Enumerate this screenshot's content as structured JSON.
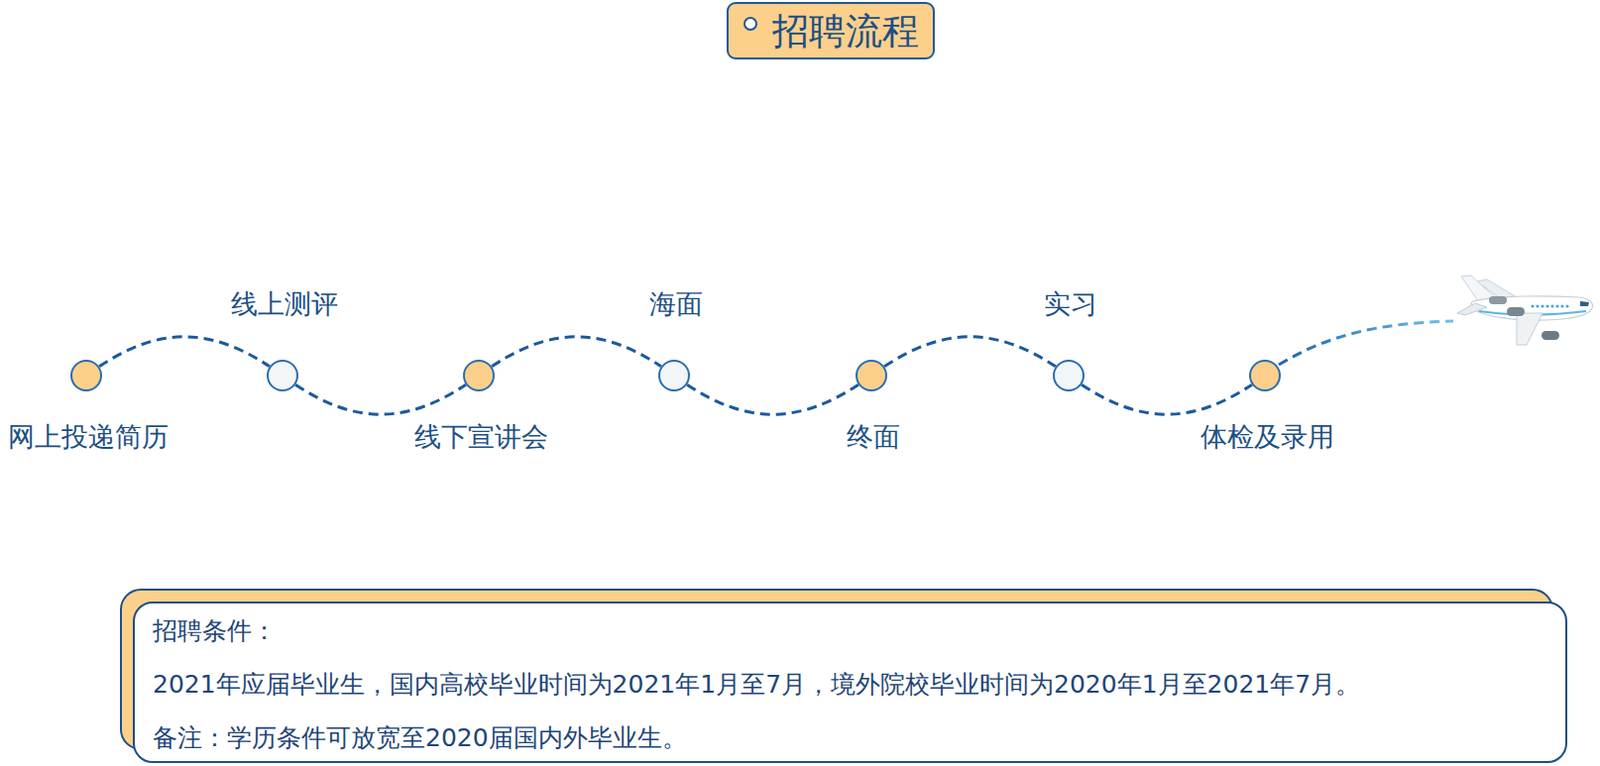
{
  "diagram": {
    "title": "招聘流程",
    "nodes": [
      {
        "text": [
          "网上投递简历"
        ]
      },
      {
        "text": [
          "线上测评"
        ]
      },
      {
        "text": [
          "线下宣讲会"
        ]
      },
      {
        "text": [
          "海面"
        ]
      },
      {
        "text": [
          "终面"
        ]
      },
      {
        "text": [
          "实习"
        ]
      },
      {
        "text": [
          "体检及录用"
        ]
      },
      {
        "text": [
          "招聘条件：",
          "2021年应届毕业生，国内高校毕业时间为2021年1月至7月，境外院校毕业时间为2020年1月至2021年7月。",
          "备注：学历条件可放宽至2020届国内外毕业生。"
        ]
      }
    ],
    "edges": [
      {
        "from": 0,
        "to": 1,
        "arrow": "none"
      },
      {
        "from": 1,
        "to": 2,
        "arrow": "none"
      },
      {
        "from": 2,
        "to": 3,
        "arrow": "none"
      },
      {
        "from": 3,
        "to": 4,
        "arrow": "none"
      },
      {
        "from": 4,
        "to": 5,
        "arrow": "none"
      },
      {
        "from": 5,
        "to": 6,
        "arrow": "none"
      }
    ]
  }
}
